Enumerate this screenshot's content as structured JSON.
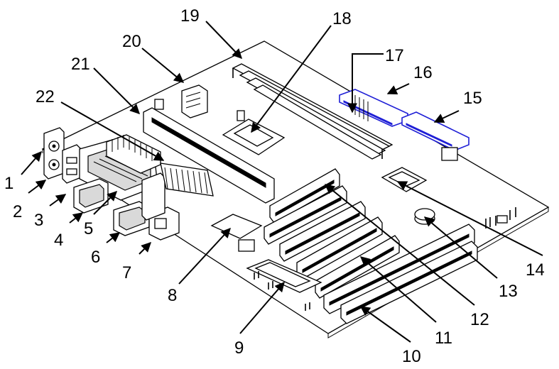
{
  "callouts": [
    {
      "id": 1,
      "label": "1"
    },
    {
      "id": 2,
      "label": "2"
    },
    {
      "id": 3,
      "label": "3"
    },
    {
      "id": 4,
      "label": "4"
    },
    {
      "id": 5,
      "label": "5"
    },
    {
      "id": 6,
      "label": "6"
    },
    {
      "id": 7,
      "label": "7"
    },
    {
      "id": 8,
      "label": "8"
    },
    {
      "id": 9,
      "label": "9"
    },
    {
      "id": 10,
      "label": "10"
    },
    {
      "id": 11,
      "label": "11"
    },
    {
      "id": 12,
      "label": "12"
    },
    {
      "id": 13,
      "label": "13"
    },
    {
      "id": 14,
      "label": "14"
    },
    {
      "id": 15,
      "label": "15"
    },
    {
      "id": 16,
      "label": "16"
    },
    {
      "id": 17,
      "label": "17"
    },
    {
      "id": 18,
      "label": "18"
    },
    {
      "id": 19,
      "label": "19"
    },
    {
      "id": 20,
      "label": "20"
    },
    {
      "id": 21,
      "label": "21"
    },
    {
      "id": 22,
      "label": "22"
    }
  ],
  "colors": {
    "line": "#000000",
    "highlight": "#1f1fd6",
    "background": "#ffffff"
  }
}
